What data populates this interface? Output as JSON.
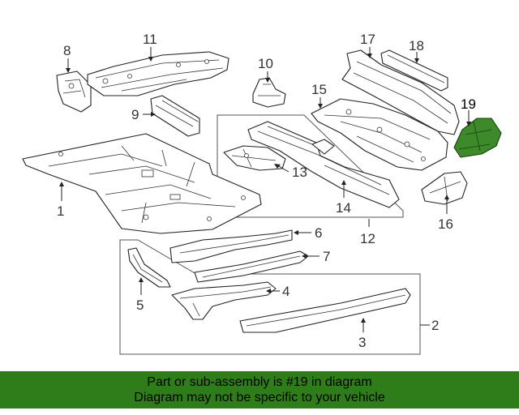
{
  "diagram": {
    "callouts": {
      "c1": "1",
      "c2": "2",
      "c3": "3",
      "c4": "4",
      "c5": "5",
      "c6": "6",
      "c7": "7",
      "c8": "8",
      "c9": "9",
      "c10": "10",
      "c11": "11",
      "c12": "12",
      "c13": "13",
      "c14": "14",
      "c15": "15",
      "c16": "16",
      "c17": "17",
      "c18": "18",
      "c19": "19"
    },
    "highlighted_part": "19",
    "colors": {
      "highlight": "#3d8a2a",
      "banner": "#2e7d1a"
    }
  },
  "banner": {
    "line1": "Part or sub-assembly is #19 in diagram",
    "line2": "Diagram may not be specific to your vehicle"
  }
}
